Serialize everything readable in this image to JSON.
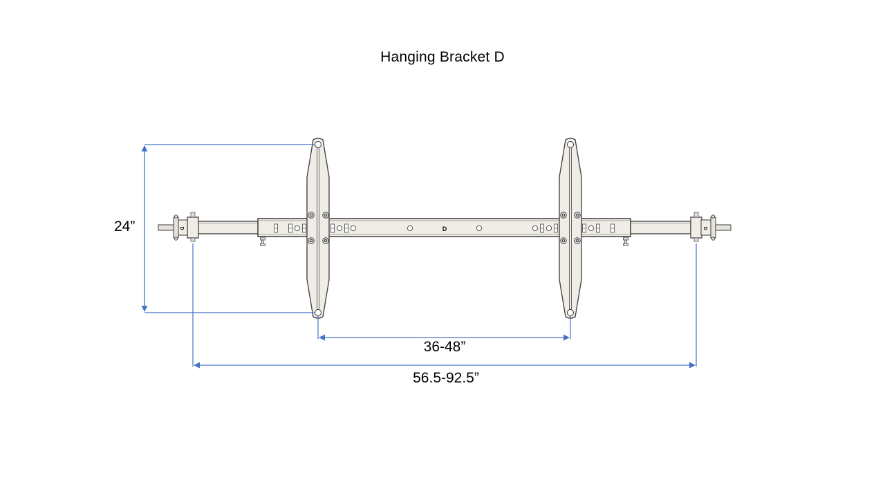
{
  "title": "Hanging Bracket D",
  "part_marking": "D",
  "dimensions": {
    "height": {
      "label": "24”",
      "description": "vertical hanger eye-to-eye"
    },
    "inner_span": {
      "label": "36-48”",
      "description": "hanger to hanger spacing"
    },
    "outer_span": {
      "label": "56.5-92.5”",
      "description": "outer clamp to outer clamp"
    }
  },
  "colors": {
    "dimension_line": "#4472C4",
    "part_fill": "#F0ECE6",
    "part_stroke": "#3A3A3A",
    "background": "#FFFFFF"
  },
  "components": {
    "hangers": [
      "left-hanger-plate",
      "right-hanger-plate"
    ],
    "beam": "center-beam",
    "extensions": [
      "left-extension-tube",
      "right-extension-tube"
    ],
    "end_clamps": [
      "left-end-clamp",
      "right-end-clamp"
    ]
  }
}
